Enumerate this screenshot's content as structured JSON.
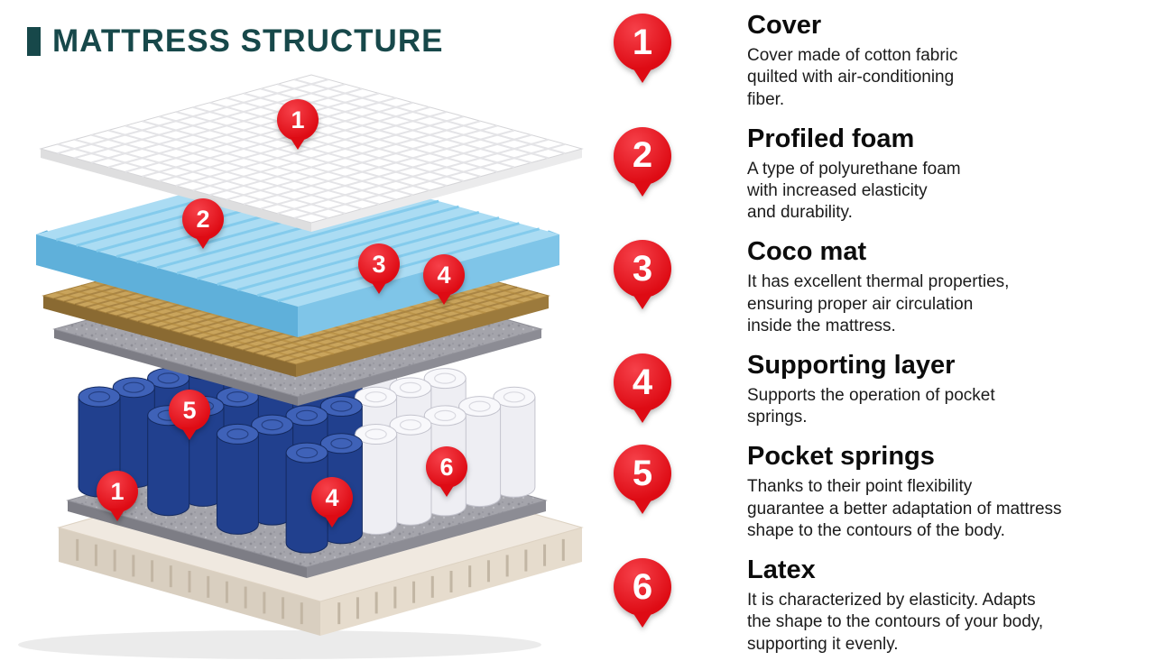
{
  "page": {
    "title": "MATTRESS STRUCTURE"
  },
  "colors": {
    "accent_red": "#de0b14",
    "title_teal": "#17484a",
    "foam_blue": "#abdcf3",
    "coco_tan": "#c9a45c",
    "felt_grey": "#a4a4ab",
    "spring_blue": "#21408e",
    "latex_white": "#eeeef3",
    "base_cream": "#f0e9e0"
  },
  "diagram": {
    "markers": [
      {
        "number": "1"
      },
      {
        "number": "2"
      },
      {
        "number": "3"
      },
      {
        "number": "4"
      },
      {
        "number": "5"
      },
      {
        "number": "6"
      },
      {
        "number": "1"
      },
      {
        "number": "4"
      }
    ]
  },
  "legend": {
    "items": [
      {
        "number": "1",
        "title": "Cover",
        "description": "Cover made of cotton fabric\nquilted with air-conditioning\nfiber."
      },
      {
        "number": "2",
        "title": "Profiled foam",
        "description": "A type of polyurethane foam\nwith increased elasticity\nand durability."
      },
      {
        "number": "3",
        "title": "Coco mat",
        "description": "It has excellent thermal properties,\nensuring proper air circulation\ninside the mattress."
      },
      {
        "number": "4",
        "title": "Supporting layer",
        "description": "Supports the operation of pocket\nsprings."
      },
      {
        "number": "5",
        "title": "Pocket springs",
        "description": "Thanks to their point flexibility\nguarantee a better adaptation of mattress\nshape to the contours of the body."
      },
      {
        "number": "6",
        "title": "Latex",
        "description": "It is characterized by elasticity. Adapts\nthe shape to the contours of your body,\nsupporting it evenly."
      }
    ]
  }
}
